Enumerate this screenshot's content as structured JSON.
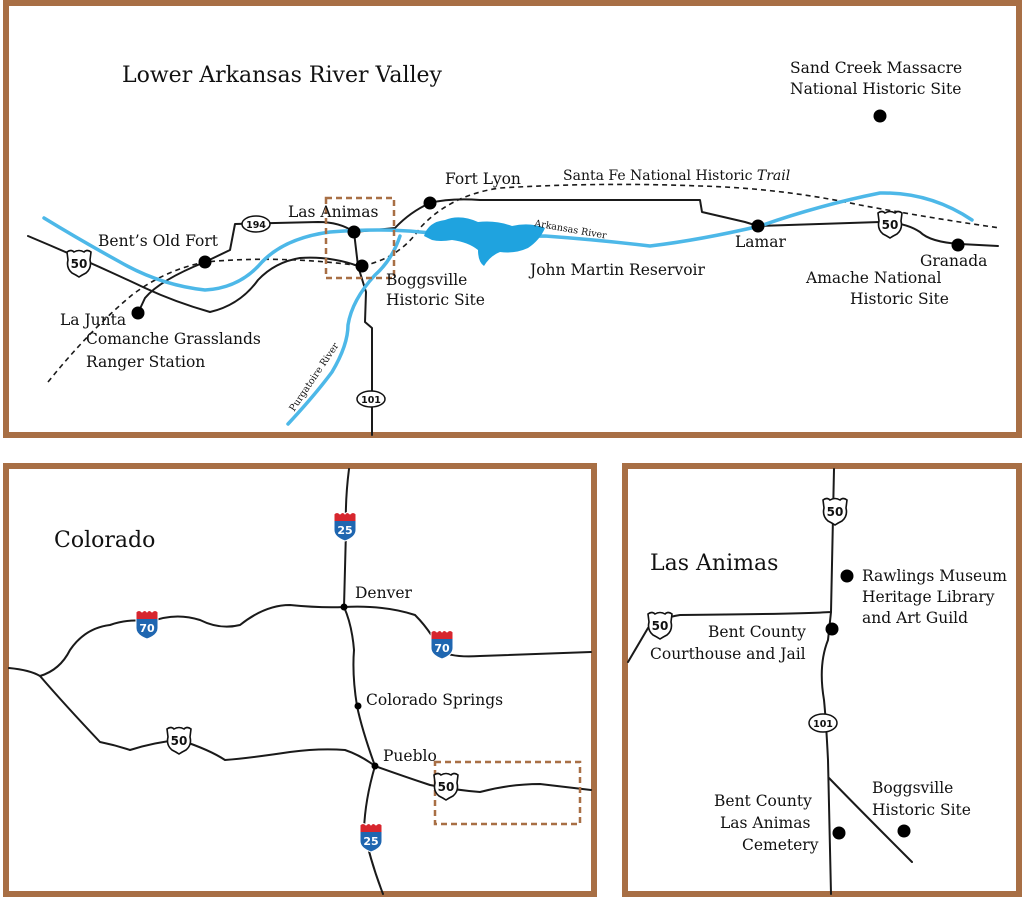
{
  "panels": {
    "valley": {
      "title": "Lower Arkansas River Valley",
      "places": {
        "sand_creek_1": "Sand Creek Massacre",
        "sand_creek_2": "National Historic Site",
        "fort_lyon": "Fort Lyon",
        "las_animas": "Las Animas",
        "bents_fort": "Bent’s Old Fort",
        "boggsville_1": "Boggsville",
        "boggsville_2": "Historic Site",
        "la_junta": "La Junta",
        "comanche_1": "Comanche Grasslands",
        "comanche_2": "Ranger Station",
        "reservoir": "John Martin Reservoir",
        "lamar": "Lamar",
        "granada": "Granada",
        "amache_1": "Amache National",
        "amache_2": "Historic Site"
      },
      "trail": {
        "name_main": "Santa Fe National Historic ",
        "name_italic": "Trail"
      },
      "rivers": {
        "arkansas": "Arkansas River",
        "purgatoire": "Purgatoire River"
      },
      "shields": {
        "us50_west": "50",
        "us50_east": "50",
        "co194": "194",
        "co101": "101"
      }
    },
    "colorado": {
      "title": "Colorado",
      "places": {
        "denver": "Denver",
        "colorado_springs": "Colorado Springs",
        "pueblo": "Pueblo"
      },
      "shields": {
        "i25_north": "25",
        "i25_south": "25",
        "i70_west": "70",
        "i70_east": "70",
        "us50_west": "50",
        "us50_east": "50"
      }
    },
    "las_animas": {
      "title": "Las Animas",
      "places": {
        "rawlings_1": "Rawlings Museum",
        "rawlings_2": "Heritage Library",
        "rawlings_3": "and Art Guild",
        "courthouse_1": "Bent County",
        "courthouse_2": "Courthouse and Jail",
        "cemetery_1": "Bent County",
        "cemetery_2": "Las Animas",
        "cemetery_3": "Cemetery",
        "boggsville_1": "Boggsville",
        "boggsville_2": "Historic Site"
      },
      "shields": {
        "us50_north": "50",
        "us50_west": "50",
        "co101": "101"
      }
    }
  },
  "colors": {
    "frame": "#a86f45",
    "river": "#4db8e8",
    "reservoir": "#1fa3df",
    "interstate_blue": "#1f66b0",
    "interstate_red": "#d7262e"
  }
}
